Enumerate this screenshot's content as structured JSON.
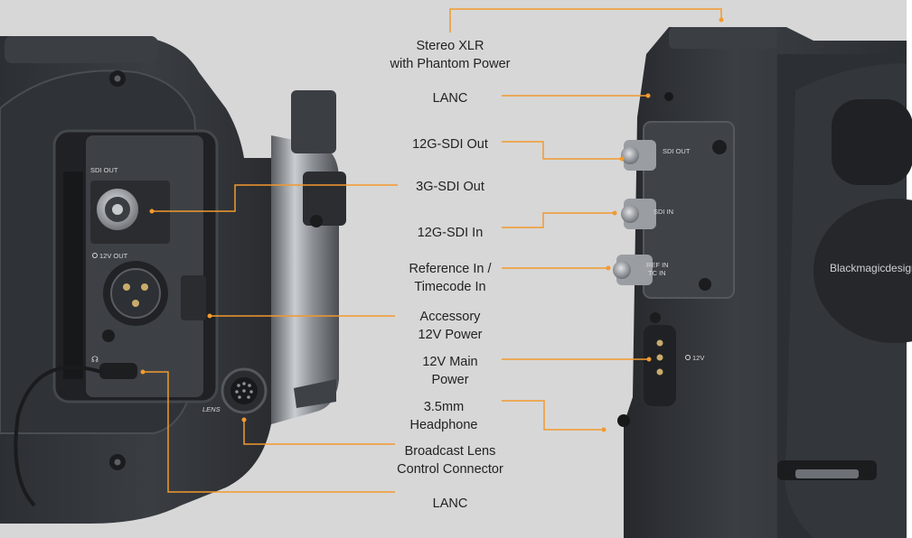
{
  "colors": {
    "background": "#d7d7d7",
    "callout_line": "#f29a2e",
    "label_text": "#222222",
    "camera_body": "#35383d"
  },
  "camera_left": {
    "port_labels": {
      "sdi_out": "SDI OUT",
      "out_12v": "12V OUT",
      "lens": "LENS",
      "headphone_icon": "headphone-icon"
    }
  },
  "camera_right": {
    "port_labels": {
      "sdi_out": "SDI OUT",
      "sdi_in": "SDI IN",
      "ref_in_line1": "REF IN",
      "ref_in_line2": "TC IN",
      "power_12v": "12V"
    },
    "brand": "Blackmagicdesign"
  },
  "callouts": [
    {
      "label": "Stereo XLR\nwith Phantom Power"
    },
    {
      "label": "LANC"
    },
    {
      "label": "12G-SDI Out"
    },
    {
      "label": "3G-SDI Out"
    },
    {
      "label": "12G-SDI In"
    },
    {
      "label": "Reference In /\nTimecode In"
    },
    {
      "label": "Accessory\n12V Power"
    },
    {
      "label": "12V Main\nPower"
    },
    {
      "label": "3.5mm\nHeadphone"
    },
    {
      "label": "Broadcast Lens\nControl Connector"
    },
    {
      "label": "LANC"
    }
  ]
}
